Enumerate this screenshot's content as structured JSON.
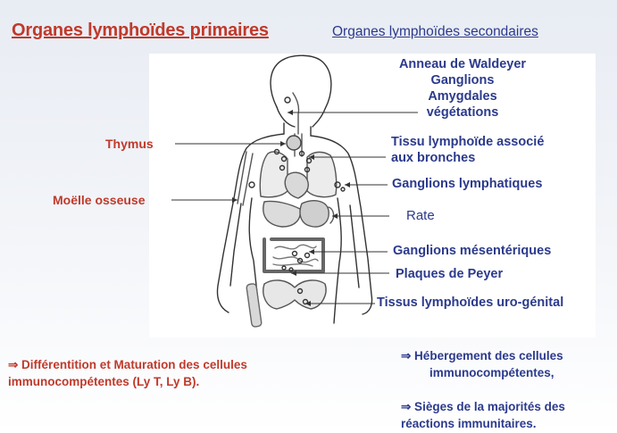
{
  "titles": {
    "primary": "Organes lymphoïdes primaires",
    "secondary": "Organes lymphoïdes secondaires"
  },
  "labels_primary": {
    "thymus": "Thymus",
    "moelle": "Moëlle osseuse"
  },
  "labels_secondary": {
    "waldeyer": [
      "Anneau de Waldeyer",
      "Ganglions",
      "Amygdales",
      "végétations"
    ],
    "bronches": [
      "Tissu lymphoïde associé",
      "aux bronches"
    ],
    "ganglions_lymph": "Ganglions lymphatiques",
    "rate": "Rate",
    "ganglions_mes": "Ganglions mésentériques",
    "peyer": "Plaques de Peyer",
    "uro": "Tissus lymphoïdes uro-génital"
  },
  "bottom": {
    "left": [
      "⇒ Différentition et Maturation des cellules",
      "immunocompétentes (Ly T, Ly B)."
    ],
    "right1": [
      "⇒  Hébergement des cellules",
      "immunocompétentes,"
    ],
    "right2": [
      "⇒ Sièges de la majorités des",
      "réactions immunitaires."
    ]
  },
  "colors": {
    "red": "#c0392b",
    "blue": "#2b3a8c",
    "outline": "#333333"
  }
}
